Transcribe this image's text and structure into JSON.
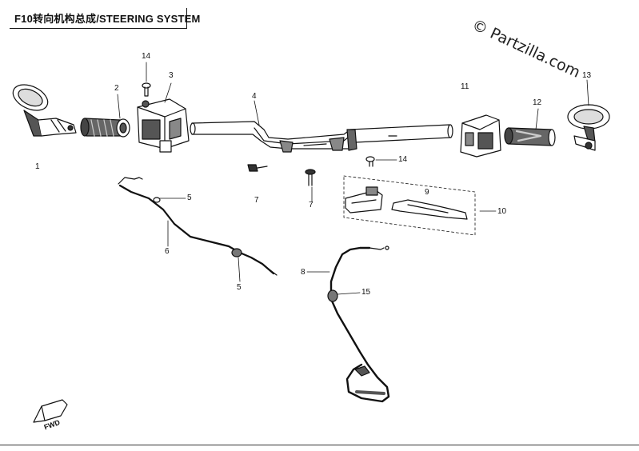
{
  "title": "F10转向机构总成/STEERING SYSTEM",
  "watermark": "© Partzilla.com",
  "fwd_label": "FWD",
  "callouts": [
    "1",
    "2",
    "3",
    "4",
    "5",
    "5",
    "6",
    "7",
    "7",
    "8",
    "9",
    "10",
    "11",
    "12",
    "13",
    "14",
    "14",
    "15"
  ],
  "colors": {
    "ink": "#111111",
    "fill_dark": "#333333",
    "fill_mid": "#777777",
    "fill_light": "#dddddd",
    "background": "#ffffff"
  }
}
